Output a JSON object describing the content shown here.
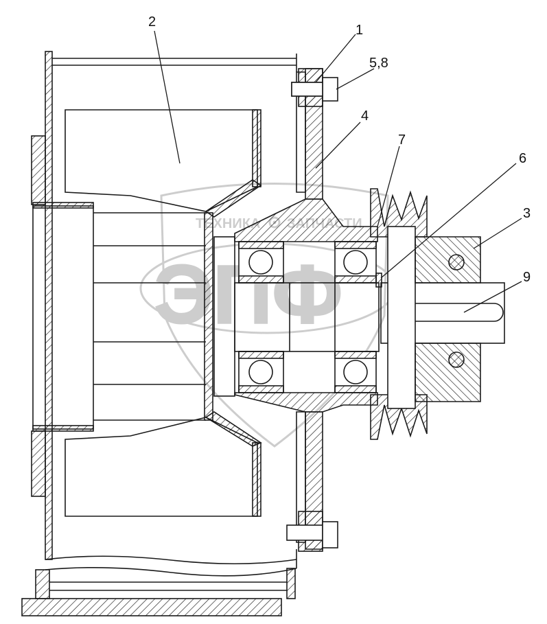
{
  "watermark": {
    "line1": "ТЕХНИКА",
    "line2": "ЗАПЧАСТИ",
    "logo_text": "ЭПФ",
    "gear_icon": "gear-icon"
  },
  "callouts": [
    {
      "id": "1",
      "label": "1"
    },
    {
      "id": "2",
      "label": "2"
    },
    {
      "id": "3",
      "label": "3"
    },
    {
      "id": "4",
      "label": "4"
    },
    {
      "id": "5_8",
      "label": "5,8"
    },
    {
      "id": "6",
      "label": "6"
    },
    {
      "id": "7",
      "label": "7"
    },
    {
      "id": "9",
      "label": "9"
    }
  ],
  "colors": {
    "line": "#1a1a1a",
    "hatch": "#1a1a1a",
    "watermark": "#c8c8c8"
  }
}
